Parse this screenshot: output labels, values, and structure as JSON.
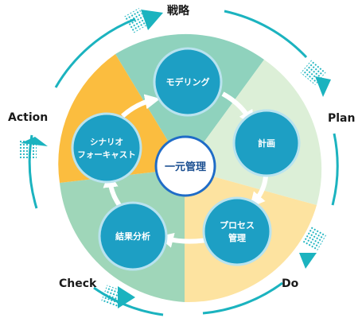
{
  "labels": {
    "top": "戦略",
    "plan": "Plan",
    "do": "Do",
    "check": "Check",
    "action": "Action"
  },
  "center": {
    "label": "一元管理"
  },
  "nodes": {
    "modeling": "モデリング",
    "plan": "計画",
    "process_line1": "プロセス",
    "process_line2": "管理",
    "analysis": "結果分析",
    "scenario_line1": "シナリオ",
    "scenario_line2": "フォーキャスト"
  },
  "colors": {
    "ring_teal": "#1bb3bf",
    "node_blue": "#1d9fc4",
    "node_border": "#b9e3ef",
    "center_ring": "#1f6cc7",
    "segment_top": "#8fd2bd",
    "segment_right": "#dcefd7",
    "segment_bottom_right": "#fde3a0",
    "segment_bottom_left": "#9fd6b9",
    "segment_left": "#fbbd3f",
    "cycle_arrow": "#ffffff"
  }
}
